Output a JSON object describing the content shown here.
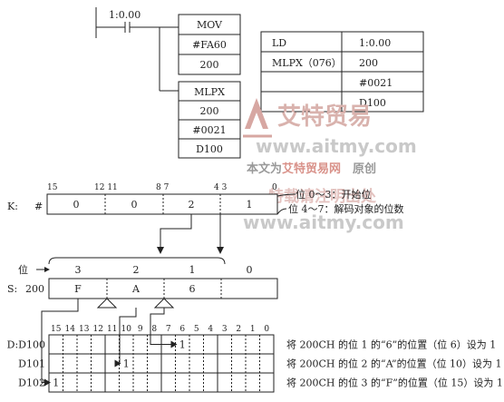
{
  "ladder": {
    "contact_label": "1:0.00",
    "mov": {
      "op": "MOV",
      "args": [
        "#FA60",
        "200"
      ]
    },
    "mlpx": {
      "op": "MLPX",
      "args": [
        "200",
        "#0021",
        "D100"
      ]
    }
  },
  "mnemonic_table": [
    [
      "LD",
      "1:0.00"
    ],
    [
      "MLPX（076）",
      "200"
    ],
    [
      "",
      "#0021"
    ],
    [
      "",
      "D100"
    ]
  ],
  "watermark": {
    "brand": "艾特贸易",
    "url": "www.aitmy.com",
    "line_a": "本文为",
    "line_b": "艾特贸易网",
    "line_c": "原创",
    "line_d": "特载请注明出处",
    "url2": "www.aitmy.com"
  },
  "k_register": {
    "label": "K:",
    "hash": "#",
    "bit_labels": [
      "15",
      "12 11",
      "8 7",
      "4 3",
      "0"
    ],
    "digits": [
      "0",
      "0",
      "2",
      "1"
    ],
    "note1": "位 0～3：开始位",
    "note2": "位 4～7：解码对象的位数"
  },
  "s_register": {
    "label": "S:",
    "channel": "200",
    "pos_label": "位",
    "positions": [
      "3",
      "2",
      "1",
      "0"
    ],
    "digits": [
      "F",
      "A",
      "6",
      ""
    ]
  },
  "d_register": {
    "bit_header": [
      "15",
      "14",
      "13",
      "12",
      "11",
      "10",
      "9",
      "8",
      "7",
      "6",
      "5",
      "4",
      "3",
      "2",
      "1",
      "0"
    ],
    "rows": [
      {
        "label": "D:D100",
        "one_bit": 6,
        "one": "1",
        "desc": "将 200CH 的位 1 的“6”的位置（位 6）设为 1"
      },
      {
        "label": "D101",
        "one_bit": 10,
        "one": "1",
        "desc": "将 200CH 的位 2 的“A”的位置（位 10）设为 1"
      },
      {
        "label": "D102",
        "one_bit": 15,
        "one": "1",
        "desc": "将 200CH 的位 3 的“F”的位置（位 15）设为 1"
      }
    ]
  }
}
